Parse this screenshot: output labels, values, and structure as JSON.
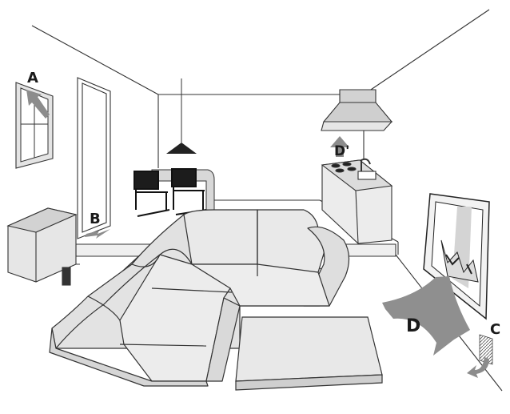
{
  "labels": {
    "a": "A",
    "b": "B",
    "c": "C",
    "d": "D",
    "d_prime": "D'"
  },
  "colors": {
    "line": "#333333",
    "fill_light": "#e6e6e6",
    "fill_mid": "#cfcfcf",
    "fill_dark": "#9c9c9c",
    "arrow": "#8c8c8c",
    "label": "#1a1a1a"
  },
  "icons": [
    "window-icon",
    "door-icon",
    "radiator-icon",
    "pendant-lamp-icon",
    "chair-icon",
    "kitchen-counter-icon",
    "range-hood-icon",
    "fireplace-icon",
    "sofa-icon",
    "table-icon",
    "air-vent-icon"
  ]
}
